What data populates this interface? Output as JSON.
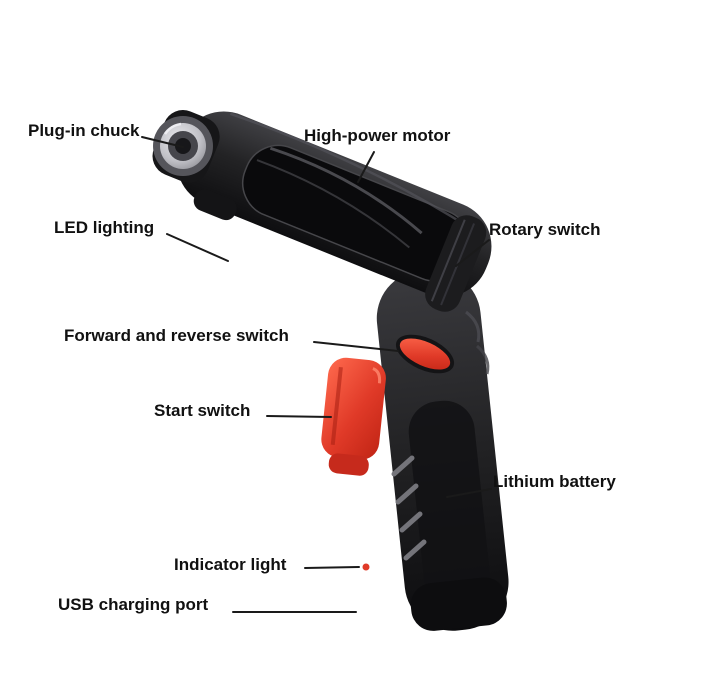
{
  "diagram": {
    "subject": "Cordless electric screwdriver parts diagram",
    "labels": {
      "plug_in_chuck": "Plug-in chuck",
      "high_power_motor": "High-power motor",
      "led_lighting": "LED lighting",
      "rotary_switch": "Rotary switch",
      "forward_reverse_switch": "Forward and reverse switch",
      "start_switch": "Start switch",
      "lithium_battery": "Lithium battery",
      "indicator_light": "Indicator light",
      "usb_charging_port": "USB charging port"
    },
    "colors": {
      "background": "#ffffff",
      "label_text": "#111111",
      "leader_line": "#1a1a1a",
      "tool_body": "#232325",
      "accent_red": "#e03a28",
      "chuck_metal": "#c7c7cb"
    }
  }
}
